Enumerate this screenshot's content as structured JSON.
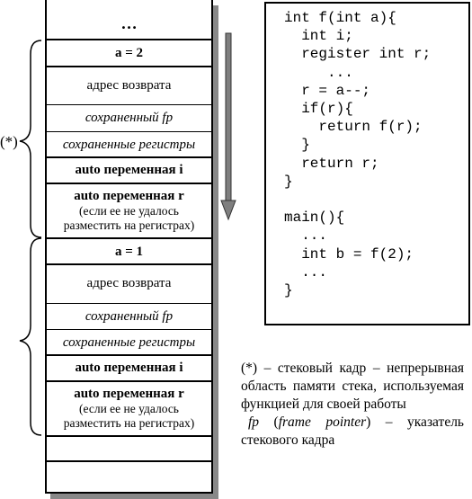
{
  "stack": {
    "top_ellipsis": "…",
    "frames": [
      {
        "param": "a = 2",
        "return_addr": "адрес возврата",
        "saved_fp": "сохраненный fp",
        "saved_regs": "сохраненные регистры",
        "var_i": "auto переменная i",
        "var_r": "auto переменная r",
        "var_r_note_1": "(если ее не удалось",
        "var_r_note_2": "разместить на регистрах)"
      },
      {
        "param": "a = 1",
        "return_addr": "адрес возврата",
        "saved_fp": "сохраненный fp",
        "saved_regs": "сохраненные регистры",
        "var_i": "auto переменная i",
        "var_r": "auto переменная r",
        "var_r_note_1": "(если ее не удалось",
        "var_r_note_2": "разместить на регистрах)"
      }
    ]
  },
  "brace_label": "(*)",
  "code_lines": [
    "int f(int a){",
    "  int i;",
    "  register int r;",
    "     ...",
    "  r = a--;",
    "  if(r){",
    "    return f(r);",
    "  }",
    "  return r;",
    "}",
    "",
    "main(){",
    "  ...",
    "  int b = f(2);",
    "  ...",
    "}"
  ],
  "note": {
    "line1": "(*) – стековый кадр – непрерывная область памяти стека, используемая функцией для своей работы",
    "line2_fp": "fp",
    "line2_open": " (",
    "line2_term": "frame pointer",
    "line2_rest": ") – указатель стекового кадра"
  }
}
